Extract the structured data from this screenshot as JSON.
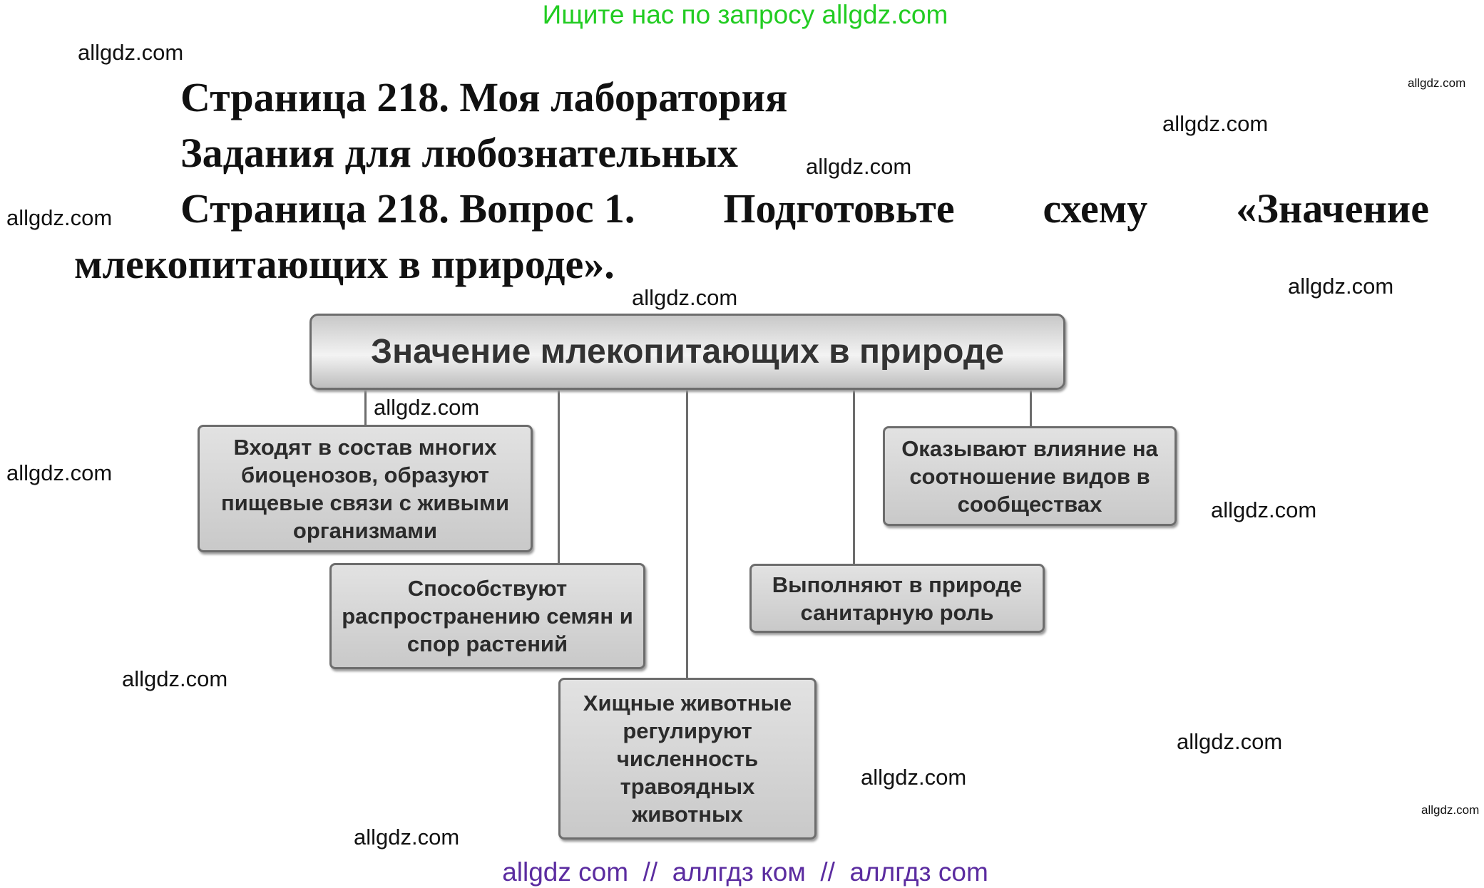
{
  "promo_text": "Ищите нас по запросу allgdz.com",
  "watermark": "allgdz.com",
  "headings": {
    "line1": "Страница 218. Моя лаборатория",
    "line2": "Задания для любознательных",
    "line3_words": [
      "Страница 218. Вопрос 1.",
      "Подготовьте",
      "схему",
      "«Значение"
    ],
    "line4": "млекопитающих в природе»."
  },
  "diagram": {
    "title": "Значение млекопитающих в природе",
    "boxes": [
      "Входят в состав многих биоценозов, образуют пищевые связи с живыми организмами",
      "Способствуют распространению семян и спор растений",
      "Хищные животные регулируют численность травоядных животных",
      "Выполняют в природе санитарную роль",
      "Оказывают влияние на соотношение видов в сообществах"
    ]
  },
  "footer_text": "allgdz com  //  аллгдз ком  //  аллгдз com",
  "colors": {
    "promo": "#22cc22",
    "footer": "#5b2ca0",
    "box_border": "#6d6d6d",
    "box_fill": "#d4d4d4"
  }
}
